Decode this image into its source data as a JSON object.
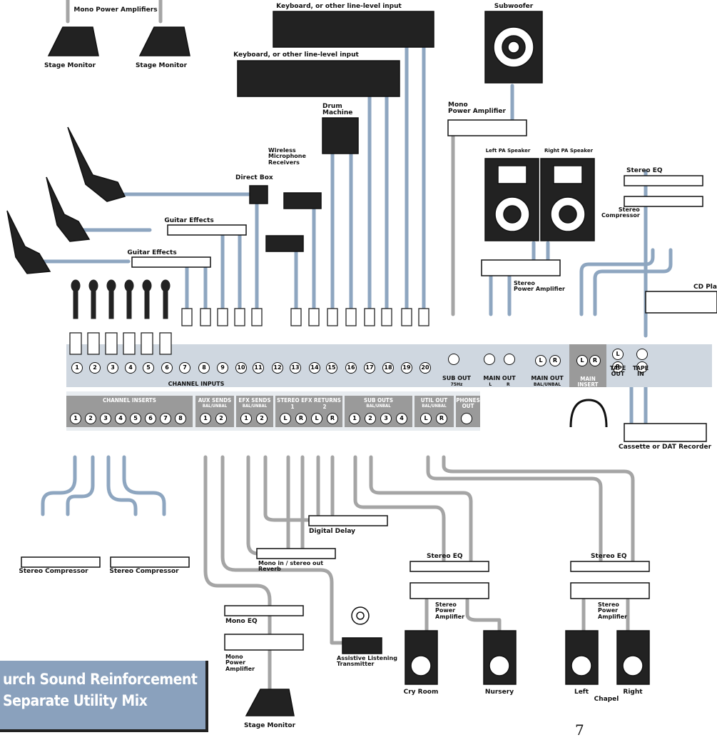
{
  "title": {
    "line1": "urch Sound Reinforcement",
    "line2": "Separate Utility Mix"
  },
  "page_number": "7",
  "devices": {
    "mono_power_amplifiers": "Mono Power Amplifiers",
    "stage_monitor_1": "Stage Monitor",
    "stage_monitor_2": "Stage Monitor",
    "stage_monitor_3": "Stage Monitor",
    "keyboard_1": "Keyboard, or other line-level input",
    "keyboard_2": "Keyboard, or other line-level input",
    "subwoofer": "Subwoofer",
    "mono_power_amplifier_top": "Mono\nPower Amplifier",
    "drum_machine": "Drum\nMachine",
    "wireless_receivers": "Wireless\nMicrophone\nReceivers",
    "direct_box": "Direct Box",
    "guitar_effects_1": "Guitar Effects",
    "guitar_effects_2": "Guitar Effects",
    "left_pa": "Left PA Speaker",
    "right_pa": "Right PA Speaker",
    "stereo_eq_top": "Stereo EQ",
    "stereo_compressor_top": "Stereo\nCompressor",
    "stereo_power_amplifier_top": "Stereo\nPower Amplifier",
    "cd_player": "CD Play",
    "cassette": "Cassette or DAT Recorder",
    "stereo_compressor_1": "Stereo Compressor",
    "stereo_compressor_2": "Stereo Compressor",
    "digital_delay": "Digital Delay",
    "reverb": "Mono in / stereo out\nReverb",
    "mono_eq": "Mono EQ",
    "mono_power_amplifier_bottom": "Mono\nPower\nAmplifier",
    "assistive": "Assistive Listening\nTransmitter",
    "stereo_eq_cry": "Stereo EQ",
    "stereo_eq_chapel": "Stereo EQ",
    "stereo_power_amp_cry": "Stereo\nPower\nAmplifier",
    "stereo_power_amp_chapel": "Stereo\nPower\nAmplifier",
    "cry_room": "Cry Room",
    "nursery": "Nursery",
    "left": "Left",
    "right": "Right",
    "chapel": "Chapel",
    "in_label": "in",
    "out_label": "out"
  },
  "mixer": {
    "channel_inputs": "CHANNEL INPUTS",
    "channel_numbers": [
      "1",
      "2",
      "3",
      "4",
      "5",
      "6",
      "7",
      "8",
      "9",
      "10",
      "11",
      "12",
      "13",
      "14",
      "15",
      "16",
      "17",
      "18",
      "19",
      "20"
    ],
    "sub_out": "SUB OUT",
    "sub_out_hz": "75Hz",
    "main_out": "MAIN OUT",
    "main_out_lr": "L          R",
    "main_out2": "MAIN OUT",
    "bal_unbal": "BAL/UNBAL",
    "main_insert": "MAIN\nINSERT",
    "tape_out": "TAPE\nOUT",
    "tape_in": "TAPE\nIN",
    "L": "L",
    "R": "R",
    "channel_inserts": "CHANNEL INSERTS",
    "insert_numbers": [
      "1",
      "2",
      "3",
      "4",
      "5",
      "6",
      "7",
      "8"
    ],
    "aux_sends": "AUX  SENDS",
    "efx_sends": "EFX  SENDS",
    "stereo_efx_returns": "STEREO EFX RETURNS",
    "returns_1": "1",
    "returns_2": "2",
    "sub_outs": "SUB OUTS",
    "util_out": "UTIL OUT",
    "phones_out": "PHONES\nOUT",
    "n1": "1",
    "n2": "2",
    "n3": "3",
    "n4": "4"
  },
  "colors": {
    "cable_blue": "#8ea6c0",
    "cable_gray": "#a5a5a5",
    "title_bg": "#8aa1bd",
    "panel": "#cfd7e0",
    "header": "#9a9a9a"
  }
}
